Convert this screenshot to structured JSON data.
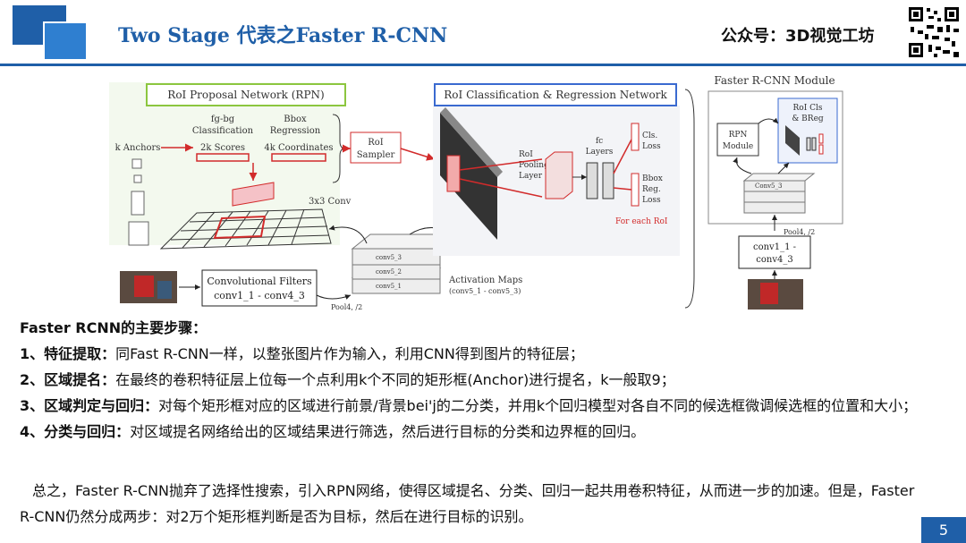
{
  "header": {
    "title": "Two Stage 代表之Faster R-CNN",
    "account": "公众号：3D视觉工坊"
  },
  "diagram": {
    "rpn_title": "RoI Proposal Network (RPN)",
    "cls_title": "RoI Classification & Regression Network",
    "module_title": "Faster R-CNN Module",
    "fgbg": [
      "fg-bg",
      "Classification"
    ],
    "bbox_reg": [
      "Bbox",
      "Regression"
    ],
    "k_anchors": "k Anchors",
    "scores": "2k Scores",
    "coords": "4k Coordinates",
    "conv3x3": "3x3 Conv",
    "roi_sampler": [
      "RoI",
      "Sampler"
    ],
    "pooling": [
      "RoI",
      "Pooling",
      "Layer"
    ],
    "fc": [
      "fc",
      "Layers"
    ],
    "cls_loss": [
      "Cls.",
      "Loss"
    ],
    "bbox_loss": [
      "Bbox",
      "Reg.",
      "Loss"
    ],
    "for_each": "For each RoI",
    "conv_filters": [
      "Convolutional Filters",
      "conv1_1 - conv4_3"
    ],
    "conv5": [
      "conv5_3",
      "conv5_2",
      "conv5_1"
    ],
    "pool4": "Pool4, /2",
    "act_maps": [
      "Activation Maps",
      "(conv5_1 - conv5_3)"
    ],
    "rpn_module": [
      "RPN",
      "Module"
    ],
    "roi_cls_breg": [
      "RoI Cls",
      "& BReg"
    ],
    "m_conv5": "Conv5_3",
    "m_pool4": "Pool4, /2",
    "m_conv1": [
      "conv1_1 -",
      "conv4_3"
    ]
  },
  "steps": {
    "heading": "Faster RCNN的主要步骤：",
    "items": [
      {
        "label": "1、特征提取：",
        "text": "同Fast R-CNN一样，以整张图片作为输入，利用CNN得到图片的特征层；"
      },
      {
        "label": "2、区域提名：",
        "text": "在最终的卷积特征层上位每一个点利用k个不同的矩形框(Anchor)进行提名，k一般取9；"
      },
      {
        "label": "3、区域判定与回归：",
        "text": "对每个矩形框对应的区域进行前景/背景bei'j的二分类，并用k个回归模型对各自不同的候选框微调候选框的位置和大小；"
      },
      {
        "label": "4、分类与回归：",
        "text": "对区域提名网络给出的区域结果进行筛选，然后进行目标的分类和边界框的回归。"
      }
    ]
  },
  "summary": "总之，Faster R-CNN抛弃了选择性搜索，引入RPN网络，使得区域提名、分类、回归一起共用卷积特征，从而进一步的加速。但是，Faster R-CNN仍然分成两步：对2万个矩形框判断是否为目标，然后在进行目标的识别。",
  "page_number": "5",
  "colors": {
    "brand": "#1f5fa8",
    "accent_red": "#d22b2b",
    "rpn_green": "#8cc63f"
  }
}
